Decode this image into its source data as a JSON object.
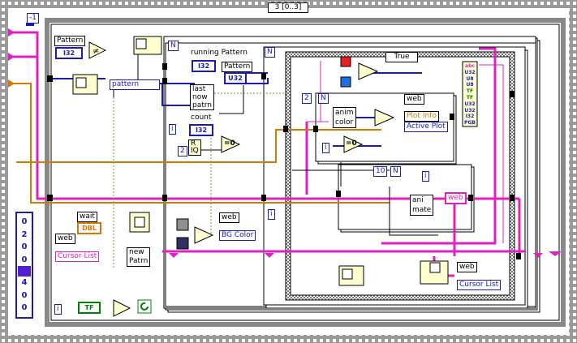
{
  "diagram": {
    "sequence_selector": "3 [0..3]",
    "outer_iteration_label": "-1",
    "case_selector": "True",
    "loop_count_labels": [
      "N",
      "N",
      "N"
    ],
    "constants": {
      "two_a": "2",
      "two_b": "2",
      "ten": "10"
    },
    "iteration_labels": [
      "i",
      "i",
      "i",
      "i",
      "i"
    ],
    "nodes": {
      "pattern_control": "Pattern",
      "pattern_type": "I32",
      "pattern_func": "pattern",
      "running_pattern": "running Pattern",
      "running_pattern_type": "I32",
      "pattern_u32_label": "Pattern",
      "pattern_u32_type": "U32",
      "last_now_patrn": "last\nnow\npatrn",
      "count_label": "count",
      "count_type": "I32",
      "quotient": "R\nIQ",
      "eq_zero_a": "=0",
      "eq_zero_b": "=0",
      "wait_label": "wait",
      "wait_type": "DBL",
      "web_cursor_left": "web",
      "cursor_list_left": "Cursor List",
      "new_patrn": "new\nPatrn",
      "web_bg": "web",
      "bg_color": "BG Color",
      "anim_color": "anim\ncolor",
      "web_plot": "web",
      "plot_info": "Plot Info",
      "active_plot": "Active Plot",
      "animate": "ani\nmate",
      "web_right_ind": "web",
      "web_cursor_right": "web",
      "cursor_list_right": "Cursor List",
      "tf_const": "TF",
      "cluster_types": [
        "abc",
        "U32",
        "U8",
        "U8",
        "TF",
        "TF",
        "U32",
        "U32",
        "I32",
        "PGB"
      ]
    },
    "array_values": [
      "0",
      "2",
      "0",
      "0",
      "",
      "4",
      "0",
      "0"
    ]
  }
}
